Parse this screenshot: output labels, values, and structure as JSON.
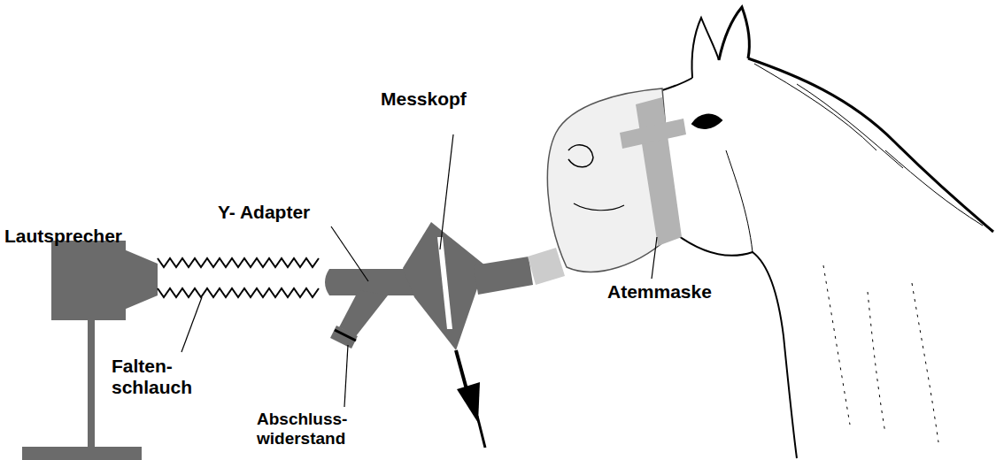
{
  "diagram": {
    "labels": [
      "Messkopf",
      "Lautsprecher",
      "Y- Adapter",
      "Falten- schlauch",
      "Abschluss- widerstand",
      "Atemmaske"
    ]
  }
}
